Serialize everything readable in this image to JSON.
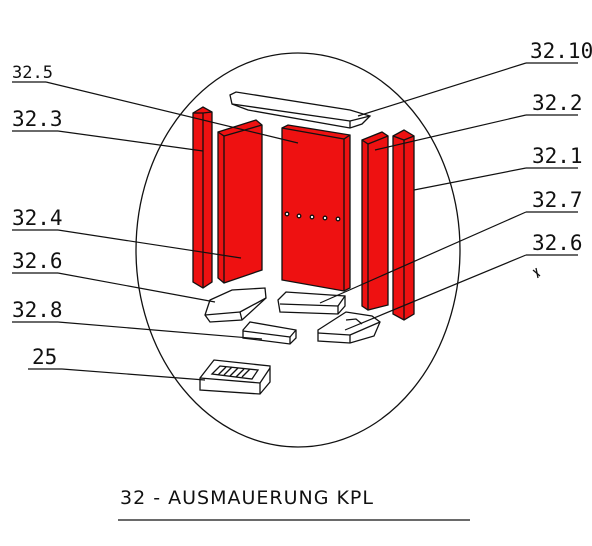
{
  "labels": {
    "l_32_5": "32.5",
    "l_32_3": "32.3",
    "l_32_4": "32.4",
    "l_32_6_left": "32.6",
    "l_32_8": "32.8",
    "l_25": "25",
    "l_32_10": "32.10",
    "l_32_2": "32.2",
    "l_32_1": "32.1",
    "l_32_7": "32.7",
    "l_32_6_right": "32.6"
  },
  "caption": "32 - AUSMAUERUNG KPL",
  "colors": {
    "brick_red": "#ee1111",
    "line": "#111111",
    "background": "#ffffff"
  }
}
